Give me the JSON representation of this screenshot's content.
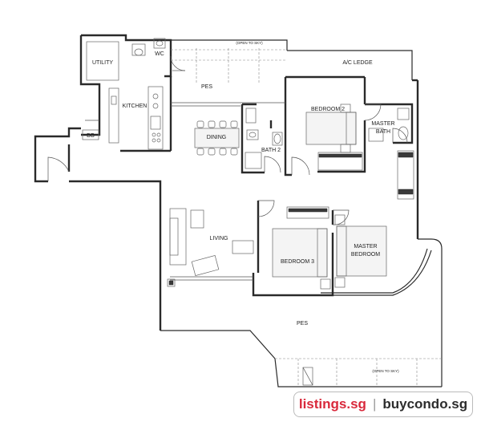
{
  "rooms": {
    "utility": "UTILITY",
    "wc": "WC",
    "kitchen": "KITCHEN",
    "db": "DB",
    "pes_top": "PES",
    "open_to_sky_top": "(OPEN TO SKY)",
    "ac_ledge": "A/C LEDGE",
    "dining": "DINING",
    "bedroom2": "BEDROOM 2",
    "master_bath_line1": "MASTER",
    "master_bath_line2": "BATH",
    "bath2": "BATH 2",
    "living": "LIVING",
    "bedroom3": "BEDROOM 3",
    "master_bedroom_line1": "MASTER",
    "master_bedroom_line2": "BEDROOM",
    "pes_bottom": "PES",
    "open_to_sky_bottom": "(OPEN TO SKY)"
  },
  "watermark": {
    "left": "listings.sg",
    "separator": "|",
    "right": "buycondo.sg",
    "left_color": "#d9293c",
    "right_color": "#2d2d2d"
  }
}
